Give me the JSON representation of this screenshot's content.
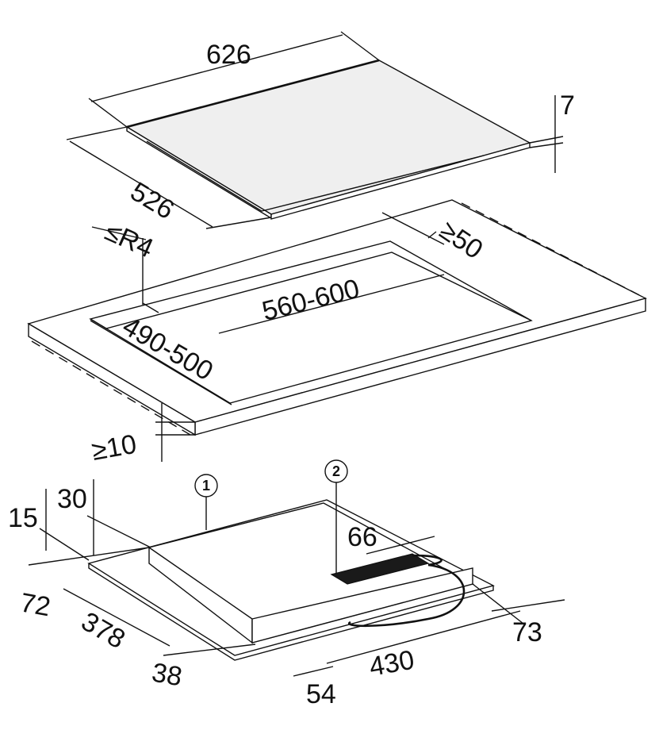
{
  "top_unit": {
    "width": "626",
    "depth": "526",
    "thickness": "7"
  },
  "worktop": {
    "corner_radius": "≤R4",
    "rear_clearance": "≥50",
    "cutout_width": "560-600",
    "cutout_depth": "490-500",
    "front_clearance": "≥10"
  },
  "bottom_unit": {
    "callout_1": "1",
    "callout_2": "2",
    "dim_30": "30",
    "dim_15": "15",
    "dim_66": "66",
    "dim_72": "72",
    "dim_378": "378",
    "dim_38": "38",
    "dim_54": "54",
    "dim_430": "430",
    "dim_73": "73"
  }
}
